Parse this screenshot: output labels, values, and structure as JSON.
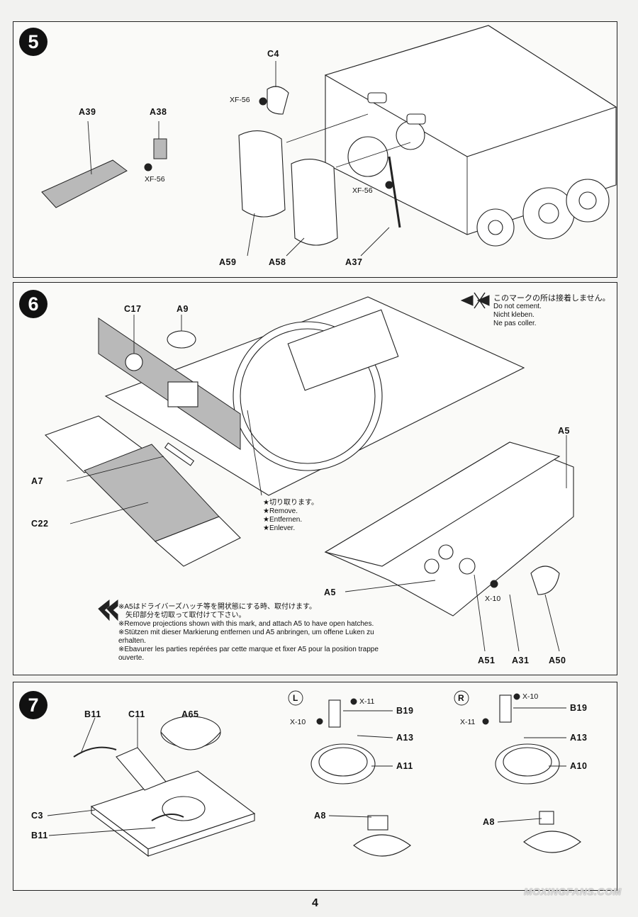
{
  "steps": [
    {
      "number": "5",
      "labels": {
        "c4": "C4",
        "xf56_a": "XF-56",
        "a39": "A39",
        "a38": "A38",
        "xf56_b": "XF-56",
        "xf56_c": "XF-56",
        "a59": "A59",
        "a58": "A58",
        "a37": "A37"
      }
    },
    {
      "number": "6",
      "labels": {
        "c17": "C17",
        "a9": "A9",
        "a7": "A7",
        "c22": "C22",
        "a5_top": "A5",
        "a5_mid": "A5",
        "x10": "X-10",
        "a51": "A51",
        "a31": "A31",
        "a50": "A50"
      },
      "no_cement": {
        "jp": "このマークの所は接着しません。",
        "en": "Do not cement.",
        "de": "Nicht kleben.",
        "fr": "Ne pas coller."
      },
      "remove": {
        "jp": "★切り取ります。",
        "en": "★Remove.",
        "de": "★Entfernen.",
        "fr": "★Enlever."
      },
      "instructions": {
        "jp1": "※A5はドライバーズハッチ等を開状態にする時、取付けます。",
        "jp2": "矢印部分を切取って取付けて下さい。",
        "en": "※Remove projections shown with this mark, and attach A5 to have open hatches.",
        "de": "※Stützen mit dieser Markierung entfernen und A5 anbringen, um offene Luken zu erhalten.",
        "fr": "※Ebavurer les parties repérées par cette marque et fixer A5 pour la position trappe ouverte."
      }
    },
    {
      "number": "7",
      "labels": {
        "b11_a": "B11",
        "c11": "C11",
        "a65": "A65",
        "c3": "C3",
        "b11_b": "B11"
      },
      "left": {
        "side": "L",
        "x11": "X-11",
        "x10": "X-10",
        "b19": "B19",
        "a13": "A13",
        "a11": "A11",
        "a8": "A8"
      },
      "right": {
        "side": "R",
        "x10": "X-10",
        "x11": "X-11",
        "b19": "B19",
        "a13": "A13",
        "a10": "A10",
        "a8": "A8"
      }
    }
  ],
  "page_number": "4",
  "watermark": "MOXINGFANS.COM"
}
